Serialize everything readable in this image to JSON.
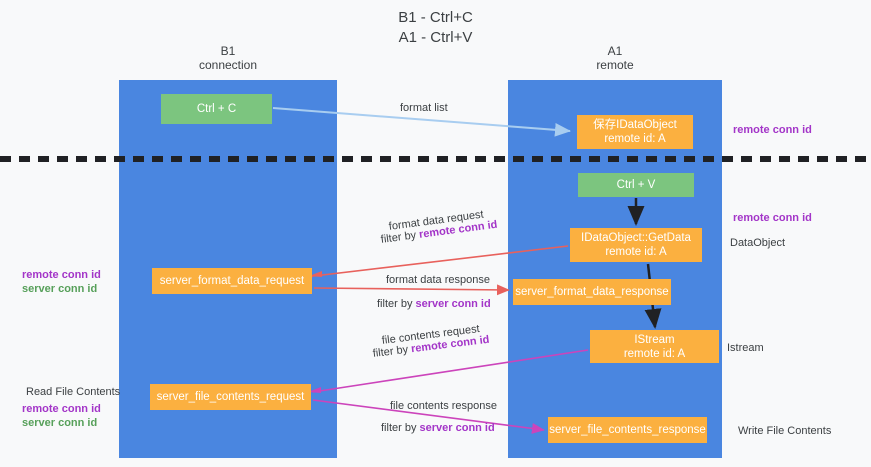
{
  "title": {
    "line1": "B1 - Ctrl+C",
    "line2": "A1 - Ctrl+V"
  },
  "columns": [
    {
      "id": "b1",
      "name": "B1",
      "subtitle": "connection",
      "color": "#4a86e0"
    },
    {
      "id": "a1",
      "name": "A1",
      "subtitle": "remote",
      "color": "#4a86e0"
    }
  ],
  "colors": {
    "column": "#4a86e0",
    "green_box": "#7cc57f",
    "orange_box": "#fbb040",
    "purple_text": "#a335c8",
    "green_text": "#57a05a",
    "arrow_blue": "#a8cdf0",
    "arrow_red": "#e8615c",
    "arrow_magenta": "#cc44bb",
    "arrow_black": "#202124",
    "divider": "#202124"
  },
  "nodes": {
    "ctrl_c": {
      "label": "Ctrl + C",
      "style": "green"
    },
    "data_object": {
      "line1": "保存IDataObject",
      "line2": "remote id: A",
      "style": "orange"
    },
    "ctrl_v": {
      "label": "Ctrl + V",
      "style": "green"
    },
    "get_data": {
      "line1": "IDataObject::GetData",
      "line2": "remote id: A",
      "style": "orange"
    },
    "server_format_data_request": {
      "label": "server_format_data_request",
      "style": "orange"
    },
    "server_format_data_response": {
      "label": "server_format_data_response",
      "style": "orange"
    },
    "istream": {
      "line1": "IStream",
      "line2": "remote id: A",
      "style": "orange"
    },
    "server_file_contents_request": {
      "label": "server_file_contents_request",
      "style": "orange"
    },
    "server_file_contents_response": {
      "label": "server_file_contents_response",
      "style": "orange"
    }
  },
  "edge_labels": {
    "format_list": "format list",
    "format_data_request": "format data request",
    "format_data_request_filter_prefix": "filter by ",
    "format_data_request_filter_key": "remote conn id",
    "format_data_response": "format data response",
    "format_data_response_filter_prefix": "filter by ",
    "format_data_response_filter_key": "server conn id",
    "file_contents_request": "file contents request",
    "file_contents_request_filter_prefix": "filter by ",
    "file_contents_request_filter_key": "remote conn id",
    "file_contents_response": "file contents response",
    "file_contents_response_filter_prefix": "filter by ",
    "file_contents_response_filter_key": "server conn id"
  },
  "right_annotations": {
    "remote_conn_id_top": "remote conn id",
    "remote_conn_id_mid": "remote conn id",
    "data_object": "DataObject",
    "istream": "Istream",
    "write_file_contents": "Write File Contents"
  },
  "left_annotations": {
    "remote_conn_id_1": "remote conn id",
    "server_conn_id_1": "server conn id",
    "read_file_contents": "Read File Contents",
    "remote_conn_id_2": "remote conn id",
    "server_conn_id_2": "server conn id"
  }
}
